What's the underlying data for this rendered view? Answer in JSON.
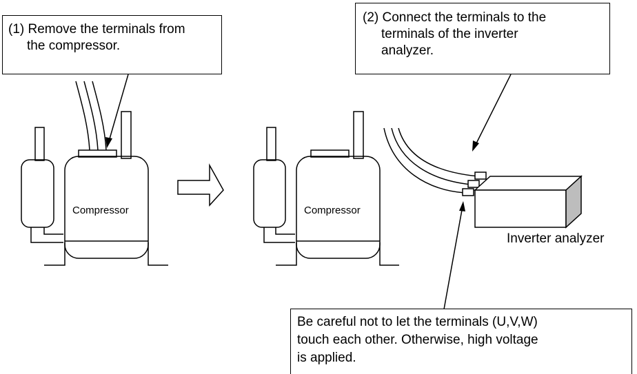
{
  "callout_remove": {
    "line1": "(1) Remove the terminals from",
    "line2": "the compressor."
  },
  "callout_connect": {
    "line1": "(2) Connect the terminals to the",
    "line2": "terminals of the inverter",
    "line3": "analyzer."
  },
  "callout_caution": {
    "line1": "Be careful not to let the terminals (U,V,W)",
    "line2": "touch each other. Otherwise, high voltage",
    "line3": "is applied."
  },
  "labels": {
    "compressor_left": "Compressor",
    "compressor_right": "Compressor",
    "inverter_analyzer": "Inverter analyzer"
  }
}
